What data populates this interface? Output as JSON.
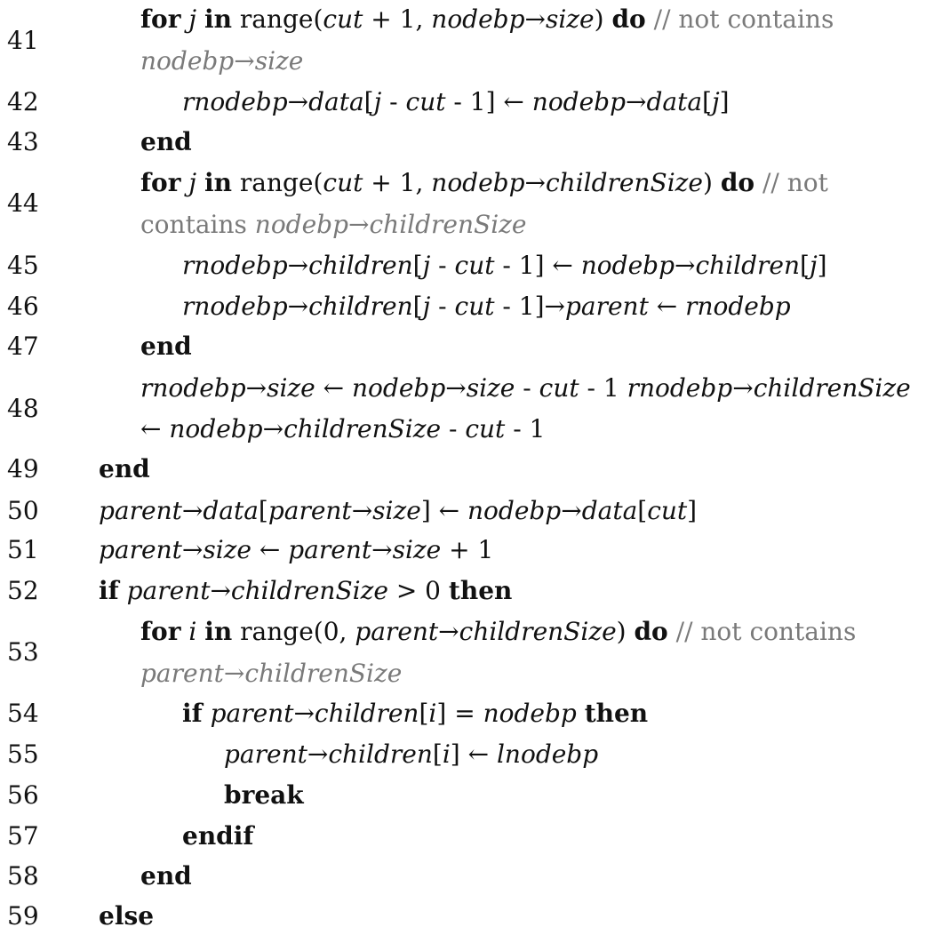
{
  "lines": [
    {
      "id": "l41",
      "number": "41",
      "rows": [
        [
          {
            "t": "for",
            "s": "kw"
          },
          {
            "t": " "
          },
          {
            "t": "j",
            "s": "it"
          },
          {
            "t": " "
          },
          {
            "t": "in",
            "s": "kw"
          },
          {
            "t": " range("
          },
          {
            "t": "cut",
            "s": "it"
          },
          {
            "t": " + 1, "
          },
          {
            "t": "nodebp",
            "s": "it"
          },
          {
            "t": "→"
          },
          {
            "t": "size",
            "s": "it"
          },
          {
            "t": ") "
          },
          {
            "t": "do",
            "s": "kw"
          },
          {
            "t": " // not contains",
            "s": "cm"
          }
        ],
        [
          {
            "t": "nodebp",
            "s": "cmit"
          },
          {
            "t": "→",
            "s": "cm"
          },
          {
            "t": "size",
            "s": "cmit"
          }
        ]
      ]
    },
    {
      "id": "l42",
      "number": "42",
      "rows": [
        [
          {
            "t": "rnodebp",
            "s": "it"
          },
          {
            "t": "→"
          },
          {
            "t": "data",
            "s": "it"
          },
          {
            "t": "["
          },
          {
            "t": "j",
            "s": "it"
          },
          {
            "t": " - "
          },
          {
            "t": "cut",
            "s": "it"
          },
          {
            "t": " - 1] ← "
          },
          {
            "t": "nodebp",
            "s": "it"
          },
          {
            "t": "→"
          },
          {
            "t": "data",
            "s": "it"
          },
          {
            "t": "["
          },
          {
            "t": "j",
            "s": "it"
          },
          {
            "t": "]"
          }
        ]
      ]
    },
    {
      "id": "l43",
      "number": "43",
      "rows": [
        [
          {
            "t": "end",
            "s": "kw"
          }
        ]
      ]
    },
    {
      "id": "l44",
      "number": "44",
      "rows": [
        [
          {
            "t": "for",
            "s": "kw"
          },
          {
            "t": " "
          },
          {
            "t": "j",
            "s": "it"
          },
          {
            "t": " "
          },
          {
            "t": "in",
            "s": "kw"
          },
          {
            "t": " range("
          },
          {
            "t": "cut",
            "s": "it"
          },
          {
            "t": " + 1, "
          },
          {
            "t": "nodebp",
            "s": "it"
          },
          {
            "t": "→"
          },
          {
            "t": "childrenSize",
            "s": "it"
          },
          {
            "t": ") "
          },
          {
            "t": "do",
            "s": "kw"
          },
          {
            "t": " // not",
            "s": "cm"
          }
        ],
        [
          {
            "t": "contains ",
            "s": "cm"
          },
          {
            "t": "nodebp",
            "s": "cmit"
          },
          {
            "t": "→",
            "s": "cm"
          },
          {
            "t": "childrenSize",
            "s": "cmit"
          }
        ]
      ]
    },
    {
      "id": "l45",
      "number": "45",
      "rows": [
        [
          {
            "t": "rnodebp",
            "s": "it"
          },
          {
            "t": "→"
          },
          {
            "t": "children",
            "s": "it"
          },
          {
            "t": "["
          },
          {
            "t": "j",
            "s": "it"
          },
          {
            "t": " - "
          },
          {
            "t": "cut",
            "s": "it"
          },
          {
            "t": " - 1] ← "
          },
          {
            "t": "nodebp",
            "s": "it"
          },
          {
            "t": "→"
          },
          {
            "t": "children",
            "s": "it"
          },
          {
            "t": "["
          },
          {
            "t": "j",
            "s": "it"
          },
          {
            "t": "]"
          }
        ]
      ]
    },
    {
      "id": "l46",
      "number": "46",
      "rows": [
        [
          {
            "t": "rnodebp",
            "s": "it"
          },
          {
            "t": "→"
          },
          {
            "t": "children",
            "s": "it"
          },
          {
            "t": "["
          },
          {
            "t": "j",
            "s": "it"
          },
          {
            "t": " - "
          },
          {
            "t": "cut",
            "s": "it"
          },
          {
            "t": " - 1]→"
          },
          {
            "t": "parent",
            "s": "it"
          },
          {
            "t": " ← "
          },
          {
            "t": "rnodebp",
            "s": "it"
          }
        ]
      ]
    },
    {
      "id": "l47",
      "number": "47",
      "rows": [
        [
          {
            "t": "end",
            "s": "kw"
          }
        ]
      ]
    },
    {
      "id": "l48",
      "number": "48",
      "rows": [
        [
          {
            "t": "rnodebp",
            "s": "it"
          },
          {
            "t": "→"
          },
          {
            "t": "size",
            "s": "it"
          },
          {
            "t": " ← "
          },
          {
            "t": "nodebp",
            "s": "it"
          },
          {
            "t": "→"
          },
          {
            "t": "size",
            "s": "it"
          },
          {
            "t": " - "
          },
          {
            "t": "cut",
            "s": "it"
          },
          {
            "t": " - 1 "
          },
          {
            "t": "rnodebp",
            "s": "it"
          },
          {
            "t": "→"
          },
          {
            "t": "childrenSize",
            "s": "it"
          }
        ],
        [
          {
            "t": "← "
          },
          {
            "t": "nodebp",
            "s": "it"
          },
          {
            "t": "→"
          },
          {
            "t": "childrenSize",
            "s": "it"
          },
          {
            "t": " - "
          },
          {
            "t": "cut",
            "s": "it"
          },
          {
            "t": " - 1"
          }
        ]
      ]
    },
    {
      "id": "l49",
      "number": "49",
      "rows": [
        [
          {
            "t": "end",
            "s": "kw"
          }
        ]
      ]
    },
    {
      "id": "l50",
      "number": "50",
      "rows": [
        [
          {
            "t": "parent",
            "s": "it"
          },
          {
            "t": "→"
          },
          {
            "t": "data",
            "s": "it"
          },
          {
            "t": "["
          },
          {
            "t": "parent",
            "s": "it"
          },
          {
            "t": "→"
          },
          {
            "t": "size",
            "s": "it"
          },
          {
            "t": "] ← "
          },
          {
            "t": "nodebp",
            "s": "it"
          },
          {
            "t": "→"
          },
          {
            "t": "data",
            "s": "it"
          },
          {
            "t": "["
          },
          {
            "t": "cut",
            "s": "it"
          },
          {
            "t": "]"
          }
        ]
      ]
    },
    {
      "id": "l51",
      "number": "51",
      "rows": [
        [
          {
            "t": "parent",
            "s": "it"
          },
          {
            "t": "→"
          },
          {
            "t": "size",
            "s": "it"
          },
          {
            "t": " ← "
          },
          {
            "t": "parent",
            "s": "it"
          },
          {
            "t": "→"
          },
          {
            "t": "size",
            "s": "it"
          },
          {
            "t": " + 1"
          }
        ]
      ]
    },
    {
      "id": "l52",
      "number": "52",
      "rows": [
        [
          {
            "t": "if",
            "s": "kw"
          },
          {
            "t": " "
          },
          {
            "t": "parent",
            "s": "it"
          },
          {
            "t": "→"
          },
          {
            "t": "childrenSize",
            "s": "it"
          },
          {
            "t": " > 0 "
          },
          {
            "t": "then",
            "s": "kw"
          }
        ]
      ]
    },
    {
      "id": "l53",
      "number": "53",
      "rows": [
        [
          {
            "t": "for",
            "s": "kw"
          },
          {
            "t": " "
          },
          {
            "t": "i",
            "s": "it"
          },
          {
            "t": " "
          },
          {
            "t": "in",
            "s": "kw"
          },
          {
            "t": " range(0, "
          },
          {
            "t": "parent",
            "s": "it"
          },
          {
            "t": "→"
          },
          {
            "t": "childrenSize",
            "s": "it"
          },
          {
            "t": ") "
          },
          {
            "t": "do",
            "s": "kw"
          },
          {
            "t": " // not contains",
            "s": "cm"
          }
        ],
        [
          {
            "t": "parent",
            "s": "cmit"
          },
          {
            "t": "→",
            "s": "cm"
          },
          {
            "t": "childrenSize",
            "s": "cmit"
          }
        ]
      ]
    },
    {
      "id": "l54",
      "number": "54",
      "rows": [
        [
          {
            "t": "if",
            "s": "kw"
          },
          {
            "t": " "
          },
          {
            "t": "parent",
            "s": "it"
          },
          {
            "t": "→"
          },
          {
            "t": "children",
            "s": "it"
          },
          {
            "t": "["
          },
          {
            "t": "i",
            "s": "it"
          },
          {
            "t": "] = "
          },
          {
            "t": "nodebp",
            "s": "it"
          },
          {
            "t": " "
          },
          {
            "t": "then",
            "s": "kw"
          }
        ]
      ]
    },
    {
      "id": "l55",
      "number": "55",
      "rows": [
        [
          {
            "t": "parent",
            "s": "it"
          },
          {
            "t": "→"
          },
          {
            "t": "children",
            "s": "it"
          },
          {
            "t": "["
          },
          {
            "t": "i",
            "s": "it"
          },
          {
            "t": "] ← "
          },
          {
            "t": "lnodebp",
            "s": "it"
          }
        ]
      ]
    },
    {
      "id": "l56",
      "number": "56",
      "rows": [
        [
          {
            "t": "break",
            "s": "kw"
          }
        ]
      ]
    },
    {
      "id": "l57",
      "number": "57",
      "rows": [
        [
          {
            "t": "endif",
            "s": "kw"
          }
        ]
      ]
    },
    {
      "id": "l58",
      "number": "58",
      "rows": [
        [
          {
            "t": "end",
            "s": "kw"
          }
        ]
      ]
    },
    {
      "id": "l59",
      "number": "59",
      "rows": [
        [
          {
            "t": "else",
            "s": "kw"
          }
        ]
      ]
    }
  ]
}
